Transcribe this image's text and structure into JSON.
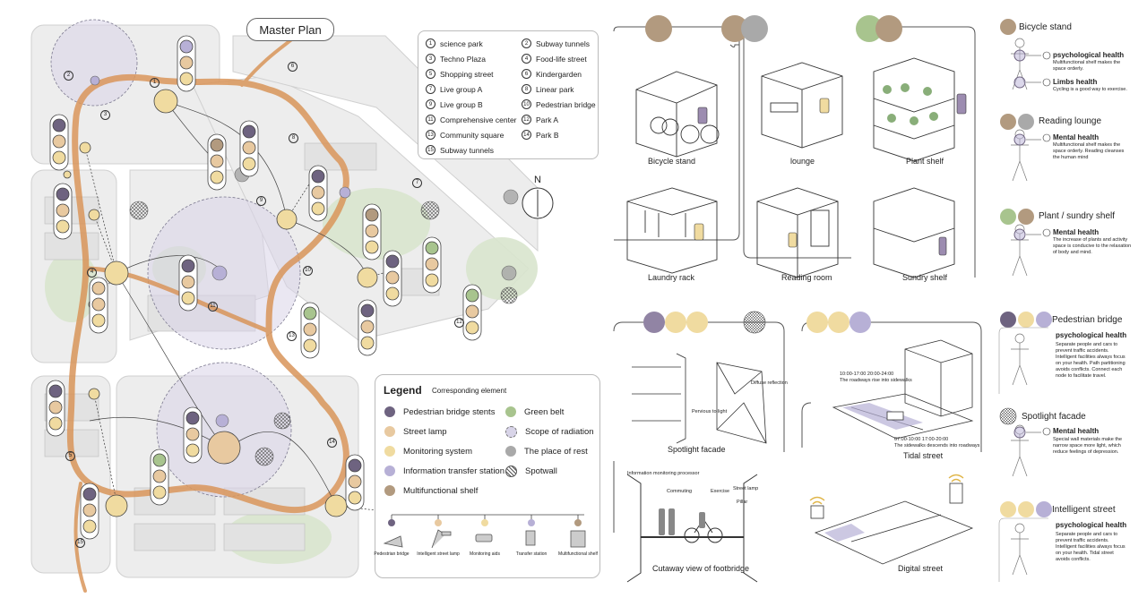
{
  "master_plan": {
    "title": "Master Plan",
    "key_items": [
      {
        "num": "1",
        "label": "science park"
      },
      {
        "num": "2",
        "label": "Subway tunnels"
      },
      {
        "num": "3",
        "label": "Techno Plaza"
      },
      {
        "num": "4",
        "label": "Food-life street"
      },
      {
        "num": "5",
        "label": "Shopping street"
      },
      {
        "num": "6",
        "label": "Kindergarden"
      },
      {
        "num": "7",
        "label": "Live group A"
      },
      {
        "num": "8",
        "label": "Linear park"
      },
      {
        "num": "9",
        "label": "Live group B"
      },
      {
        "num": "10",
        "label": "Pedestrian bridge"
      },
      {
        "num": "11",
        "label": "Comprehensive center"
      },
      {
        "num": "12",
        "label": "Park A"
      },
      {
        "num": "13",
        "label": "Community square"
      },
      {
        "num": "14",
        "label": "Park B"
      },
      {
        "num": "15",
        "label": "Subway tunnels"
      }
    ],
    "map_numbers": [
      "1",
      "2",
      "3",
      "4",
      "5",
      "6",
      "7",
      "8",
      "9",
      "10",
      "11",
      "12",
      "13",
      "14",
      "15"
    ],
    "compass": "N"
  },
  "legend": {
    "title": "Legend",
    "subtitle": "Corresponding element",
    "items": [
      {
        "label": "Pedestrian bridge stents",
        "color": "#6e6380"
      },
      {
        "label": "Green belt",
        "color": "#a8c48e"
      },
      {
        "label": "Street lamp",
        "color": "#e8c9a0"
      },
      {
        "label": "Scope of radiation",
        "color": "#d8d4e8"
      },
      {
        "label": "Monitoring system",
        "color": "#f0dba0"
      },
      {
        "label": "The place of rest",
        "color": "#a9a9a9"
      },
      {
        "label": "Information transfer station",
        "color": "#b7b0d6"
      },
      {
        "label": "Spotwall",
        "color": "#ffffff"
      },
      {
        "label": "Multifunctional shelf",
        "color": "#b29a7f"
      }
    ],
    "devices": [
      "Pedestrian bridge",
      "Intelligent street lamp",
      "Monitoring aids",
      "Transfer station",
      "Multifunctional shelf"
    ]
  },
  "shelves": {
    "items": [
      "Bicycle stand",
      "lounge",
      "Plant shelf",
      "Laundry rack",
      "Reading room",
      "Sundry shelf"
    ]
  },
  "bridge": {
    "spotlight_caption": "Spotlight facade",
    "diffuse_note": "Diffuse reflection",
    "pervious_note": "Pervious to light",
    "cutaway_caption": "Cutaway view of footbridge",
    "info_note": "Information monitoring processor",
    "commuting": "Commuting",
    "exercise": "Exercise",
    "street_lamp": "Street lamp",
    "pillar": "Pillar"
  },
  "streets": {
    "tidal_caption": "Tidal street",
    "digital_caption": "Digital street",
    "time_top": "10:00-17:00  20:00-24:00",
    "note_top": "The roadways rise into sidewalks",
    "time_bottom": "07:00-10:00  17:00-20:00",
    "note_bottom": "The sidewalks descends into roadways"
  },
  "health": [
    {
      "title": "Bicycle stand",
      "entries": [
        {
          "num": "6",
          "sub": "psychological health",
          "desc": "Multifunctional shelf makes the space orderly."
        },
        {
          "num": "",
          "sub": "Limbs health",
          "desc": "Cycling is a good way to exercise."
        }
      ]
    },
    {
      "title": "Reading lounge",
      "entries": [
        {
          "num": "5",
          "sub": "Mental health",
          "desc": "Multifunctional shelf makes the space orderly. Reading cleanses the human mind"
        }
      ]
    },
    {
      "title": "Plant / sundry shelf",
      "entries": [
        {
          "num": "5",
          "sub": "Mental health",
          "desc": "The increase of plants and activity space is conducive to the relaxation of body and mind."
        }
      ]
    },
    {
      "title": "Pedestrian bridge",
      "entries": [
        {
          "num": "",
          "sub": "psychological health",
          "desc": "Separate people and cars to prevent traffic accidents. Intelligent facilities always focus on your health. Path partitioning avoids conflicts. Connect each node to facilitate travel."
        }
      ]
    },
    {
      "title": "Spotlight facade",
      "entries": [
        {
          "num": "5",
          "sub": "Mental health",
          "desc": "Special wall materials make the narrow space more light, which reduce feelings of depression."
        }
      ]
    },
    {
      "title": "Intelligent street",
      "entries": [
        {
          "num": "",
          "sub": "psychological health",
          "desc": "Separate people and cars to prevent traffic accidents. Intelligent facilities always focus on your health. Tidal street avoids conflicts."
        }
      ]
    }
  ],
  "colors": {
    "purple": "#6e6380",
    "lamp": "#e8c9a0",
    "monitor": "#f0dba0",
    "station": "#b7b0d6",
    "shelf": "#b29a7f",
    "green": "#a8c48e",
    "grey": "#a9a9a9",
    "road": "#d9955a"
  }
}
